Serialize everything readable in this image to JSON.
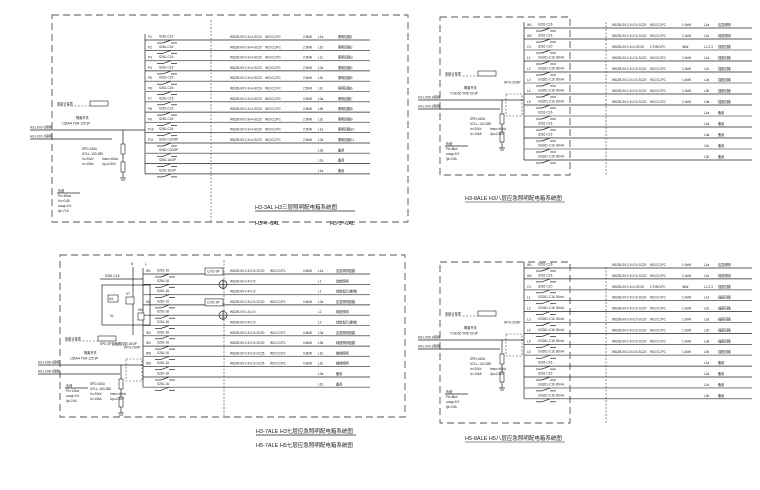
{
  "panels": [
    {
      "id": "H3-3AL",
      "incoming": [
        "H3-LX00-1照明",
        "H3-LX01-1照明"
      ],
      "meter": "电能计量表",
      "main_breaker": [
        "隔离开关",
        "125A/4 TM4 125 3P"
      ],
      "spd": "SPD-340A",
      "spd_spec": [
        "ICS-L-100-385",
        "In=20kV",
        "Imax=40kA",
        "Ic=10kA",
        "Up≤2.5kV"
      ],
      "load": [
        "负荷",
        "Pe=40kw",
        "Kx=0.85",
        "cosφ=0.9",
        "Ijs=71A"
      ],
      "title": "H3-3AL  H3三层照明配电箱系统图",
      "subtitle": [
        "H3-4~6AL",
        "H5-3~6AL"
      ],
      "circuits": [
        {
          "no": "P1",
          "breaker": "S261-C16",
          "cable": "WDZB-BYJ-3×4-SC20",
          "lay": "WC/CC/FC",
          "power": "2.5kW",
          "phase": "L1a",
          "use": "照明回路1"
        },
        {
          "no": "P2",
          "breaker": "S261-C16",
          "cable": "WDZB-BYJ-3×4-SC20",
          "lay": "WC/CC/FC",
          "power": "2.5kW",
          "phase": "L1b",
          "use": "照明回路2"
        },
        {
          "no": "P3",
          "breaker": "S261-C16",
          "cable": "WDZB-BYJ-3×4-SC20",
          "lay": "WC/CC/FC",
          "power": "2.5kW",
          "phase": "L1c",
          "use": "照明回路3"
        },
        {
          "no": "P4",
          "breaker": "S261-C16",
          "cable": "WDZB-BYJ-3×4-SC20",
          "lay": "WC/CC/FC",
          "power": "2.5kW",
          "phase": "L2a",
          "use": "照明回路4"
        },
        {
          "no": "P5",
          "breaker": "S261-C16",
          "cable": "WDZB-BYJ-3×4-SC20",
          "lay": "WC/CC/FC",
          "power": "2.5kW",
          "phase": "L2b",
          "use": "照明回路5"
        },
        {
          "no": "P6",
          "breaker": "S261-C16",
          "cable": "WDZB-BYJ-3×4-SC20",
          "lay": "WC/CC/FC",
          "power": "2.5kW",
          "phase": "L2c",
          "use": "照明回路6"
        },
        {
          "no": "P7",
          "breaker": "S261-C16",
          "cable": "WDZB-BYJ-3×4-SC20",
          "lay": "WC/CC/FC",
          "power": "2.5kW",
          "phase": "L3a",
          "use": "照明回路7"
        },
        {
          "no": "P8",
          "breaker": "S261-C16",
          "cable": "WDZB-BYJ-3×4-SC20",
          "lay": "WC/CC/FC",
          "power": "2.5kW",
          "phase": "L3b",
          "use": "照明回路8"
        },
        {
          "no": "P9",
          "breaker": "S261-C16",
          "cable": "WDZB-BYJ-3×4-SC20",
          "lay": "WC/CC/FC",
          "power": "2.5kW",
          "phase": "L3c",
          "use": "照明回路9"
        },
        {
          "no": "P10",
          "breaker": "S261-C16",
          "cable": "WDZB-BYJ-3×4-SC20",
          "lay": "WC/CC/FC",
          "power": "2.5kW",
          "phase": "L1a",
          "use": "照明回路10"
        },
        {
          "no": "P11",
          "breaker": "S261-C20/3P",
          "cable": "WDZB-BYJ-3×4-SC20",
          "lay": "WC/CC/FC",
          "power": "2.5kW",
          "phase": "L2a",
          "use": "照明回路11"
        },
        {
          "no": "",
          "breaker": "S261-C20/3P",
          "cable": "",
          "lay": "",
          "power": "",
          "phase": "L3a",
          "use": "备用"
        },
        {
          "no": "",
          "breaker": "S261-16/3P",
          "cable": "",
          "lay": "",
          "power": "",
          "phase": "L1a",
          "use": "备用"
        },
        {
          "no": "",
          "breaker": "S261-16/3P",
          "cable": "",
          "lay": "",
          "power": "",
          "phase": "L1a",
          "use": "备用"
        }
      ]
    },
    {
      "id": "H3-8ALE",
      "incoming": [
        "H3-LX05-1照明",
        "H3-LX03-1照明"
      ],
      "meter": "电能计量表",
      "main_breaker": [
        "隔离开关",
        "T1N160 TMD 63 3P"
      ],
      "ats": "WTS-20/3P",
      "spd": "SPD-340A",
      "spd_spec": [
        "ICS-L-100-385",
        "In=20kV",
        "Imax=40kA",
        "Ic=10kA",
        "Up≤2.5kV"
      ],
      "load": [
        "负荷",
        "Pe=8kw",
        "cosφ=0.9",
        "Ijs=15A"
      ],
      "title": "H3-8ALE  H3八层应急照明配电箱系统图",
      "circuits": [
        {
          "no": "W1",
          "breaker": "S261-C16",
          "cable": "WDZB-BYJ-3×2.5-SC20",
          "lay": "WC/CC/FC",
          "power": "1.0kW",
          "phase": "L1a",
          "use": "应急照明"
        },
        {
          "no": "W2",
          "breaker": "S261-C16",
          "cable": "WDZB-BYJ-3×2.5-SC20",
          "lay": "WC/CC/FC",
          "power": "1.0kW",
          "phase": "L1b",
          "use": "疏散照明"
        },
        {
          "no": "C1",
          "breaker": "S261-C20",
          "cable": "WDZB-BYJ-4×4-SC25",
          "lay": "CT/WC/FC",
          "power": "3kW",
          "phase": "L1,2,3",
          "use": "插座回路"
        },
        {
          "no": "L1",
          "breaker": "GS261-C16 30mA",
          "cable": "WDZB-BYJ-3×2.5-SC20",
          "lay": "WC/CC/FC",
          "power": "1.0kW",
          "phase": "L1a",
          "use": "插座回路"
        },
        {
          "no": "L2",
          "breaker": "GS261-C16 30mA",
          "cable": "WDZB-BYJ-3×2.5-SC20",
          "lay": "WC/CC/FC",
          "power": "1.0kW",
          "phase": "L1b",
          "use": "插座回路"
        },
        {
          "no": "L3",
          "breaker": "GS261-C16 30mA",
          "cable": "WDZB-BYJ-3×2.5-SC20",
          "lay": "WC/CC/FC",
          "power": "1.0kW",
          "phase": "L2a",
          "use": "插座回路"
        },
        {
          "no": "L4",
          "breaker": "GS261-C16 30mA",
          "cable": "WDZB-BYJ-3×2.5-SC20",
          "lay": "WC/CC/FC",
          "power": "1.0kW",
          "phase": "L2b",
          "use": "插座回路"
        },
        {
          "no": "L5",
          "breaker": "GS261-C16 30mA",
          "cable": "WDZB-BYJ-3×2.5-SC20",
          "lay": "WC/CC/FC",
          "power": "1.0kW",
          "phase": "L3a",
          "use": "插座回路"
        },
        {
          "no": "",
          "breaker": "S261-C16",
          "cable": "",
          "lay": "",
          "power": "",
          "phase": "L1a",
          "use": "备用"
        },
        {
          "no": "",
          "breaker": "S261-C16",
          "cable": "",
          "lay": "",
          "power": "",
          "phase": "L2a",
          "use": "备用"
        },
        {
          "no": "",
          "breaker": "S261-C16",
          "cable": "",
          "lay": "",
          "power": "",
          "phase": "L3a",
          "use": "备用"
        },
        {
          "no": "",
          "breaker": "GS261-C16 30mA",
          "cable": "",
          "lay": "",
          "power": "",
          "phase": "L1b",
          "use": "备用"
        },
        {
          "no": "",
          "breaker": "GS261-C16 30mA",
          "cable": "",
          "lay": "",
          "power": "",
          "phase": "L2b",
          "use": "备用"
        }
      ]
    },
    {
      "id": "H3-7ALE",
      "incoming": [
        "H3-LX06-1照明",
        "H3-LX08-1照明"
      ],
      "meter": "电能计量表",
      "main_breaker": [
        "隔离开关",
        "125A/4 TM4 125 3P"
      ],
      "ats": "WTS-20/3P",
      "spd": "SPD-340A",
      "spd_spec": [
        "ICS-L-100-385",
        "In=20kV",
        "Imax=40kA",
        "Ic=10kA",
        "Up≤2.5kV"
      ],
      "control": {
        "top_label": "S261-C16",
        "kl": "KL",
        "km": "KM",
        "kt": "KT",
        "relay": "KA",
        "note": "SPD-3P接触器控制-16/3P",
        "bus_n": "N",
        "bus_l": "L"
      },
      "load": [
        "负荷",
        "Pe=12kw",
        "cosφ=0.9",
        "Ijs=24A"
      ],
      "title": "H3-7ALE  H3七层应急照明配电箱系统图",
      "subtitle": "H5-7ALE  H5七层应急照明配电箱系统图",
      "circuits": [
        {
          "no": "W1",
          "breaker": "S261-16",
          "contactor": "CJX2-9P",
          "cable": "WDZB-BYJ-3×2.5-SC20",
          "lay": "WC/CC/FC",
          "power": "0.8kW",
          "phase": "L1a",
          "use": "应急照明回路"
        },
        {
          "no": "",
          "breaker": "S261-16",
          "cable": "WDZB-BYJ-4×2.5",
          "lay": "",
          "power": "",
          "phase": "L1",
          "use": "疏散照明"
        },
        {
          "no": "",
          "breaker": "S261-16",
          "cable": "WDZB-BYJ-4×2.5",
          "lay": "",
          "power": "",
          "phase": "L1",
          "use": "疏散指示(楼梯)"
        },
        {
          "no": "W2",
          "breaker": "S261-16",
          "contactor": "CJX2-9P",
          "cable": "WDZB-BYJ-3×2.5-SC20",
          "lay": "WC/CC/FC",
          "power": "0.8kW",
          "phase": "L2a",
          "use": "应急照明回路"
        },
        {
          "no": "",
          "breaker": "S261-16",
          "cable": "WDZB-BYJ-4×2.5",
          "lay": "",
          "power": "",
          "phase": "L2",
          "use": "疏散照明"
        },
        {
          "no": "",
          "breaker": "S261-16",
          "cable": "WDZB-BYJ-4×2.5",
          "lay": "",
          "power": "",
          "phase": "L2",
          "use": "疏散指示(楼梯)"
        },
        {
          "no": "W3",
          "breaker": "S261-16",
          "cable": "WDZB-BYJ-3×2.5-SC20",
          "lay": "WC/CC/FC",
          "power": "0.8kW",
          "phase": "L3a",
          "use": "应急照明回路"
        },
        {
          "no": "W4",
          "breaker": "S261-16",
          "cable": "WDZB-BYJ-3×2.5-SC20",
          "lay": "WC/CC/FC",
          "power": "0.8kW",
          "phase": "L3b",
          "use": "疏散照明回路"
        },
        {
          "no": "W5",
          "breaker": "S261-16",
          "cable": "WDZB-BYJ-3×2.5-SC25",
          "lay": "WC/CC/FC",
          "power": "0.8kW",
          "phase": "L1b",
          "use": "楼梯照明"
        },
        {
          "no": "W6",
          "breaker": "S261-16",
          "cable": "WDZB-BYJ-3×2.5-SC25",
          "lay": "WC/CC/FC",
          "power": "0.8kW",
          "phase": "L2b",
          "use": "楼梯照明"
        },
        {
          "no": "",
          "breaker": "S261-16",
          "cable": "",
          "lay": "",
          "power": "",
          "phase": "L3a",
          "use": "备用"
        },
        {
          "no": "",
          "breaker": "S261-16",
          "cable": "",
          "lay": "",
          "power": "",
          "phase": "L1b",
          "use": "备用"
        }
      ]
    },
    {
      "id": "H5-8ALE",
      "incoming": [
        "H5-LX05-1照明",
        "H5-LX03-1照明"
      ],
      "meter": "电能计量表",
      "main_breaker": [
        "隔离开关",
        "T1N160 TMD 63 3P"
      ],
      "ats": "WTS-20/3P",
      "spd": "SPD-340A",
      "spd_spec": [
        "ICS-L-100-385",
        "In=20kV",
        "Imax=40kA",
        "Ic=10kA",
        "Up≤2.5kV"
      ],
      "load": [
        "负荷",
        "Pe=8kw",
        "cosφ=0.9",
        "Ijs=15A"
      ],
      "title": "H5-8ALE  H5八层应急照明配电箱系统图",
      "circuits": [
        {
          "no": "W1",
          "breaker": "S261-C16",
          "cable": "WDZB-BYJ-3×2.5-SC20",
          "lay": "WC/CC/FC",
          "power": "1.0kW",
          "phase": "L1a",
          "use": "应急照明"
        },
        {
          "no": "W2",
          "breaker": "S261-C16",
          "cable": "WDZB-BYJ-3×2.5-SC20",
          "lay": "WC/CC/FC",
          "power": "1.0kW",
          "phase": "L1b",
          "use": "疏散照明"
        },
        {
          "no": "C1",
          "breaker": "S261-C20",
          "cable": "WDZB-BYJ-4×4-SC25",
          "lay": "CT/WC/FC",
          "power": "3kW",
          "phase": "L1,2,3",
          "use": "插座回路"
        },
        {
          "no": "L1",
          "breaker": "GS261-C16 30mA",
          "cable": "WDZB-BYJ-3×2.5-SC20",
          "lay": "WC/CC/FC",
          "power": "1.0kW",
          "phase": "L1a",
          "use": "插座回路"
        },
        {
          "no": "L2",
          "breaker": "GS261-C16 30mA",
          "cable": "WDZB-BYJ-3×2.5-SC20",
          "lay": "WC/CC/FC",
          "power": "1.0kW",
          "phase": "L1b",
          "use": "插座回路"
        },
        {
          "no": "L3",
          "breaker": "GS261-C16 30mA",
          "cable": "WDZB-BYJ-3×2.5-SC20",
          "lay": "WC/CC/FC",
          "power": "1.0kW",
          "phase": "L2a",
          "use": "插座回路"
        },
        {
          "no": "L4",
          "breaker": "GS261-C16 30mA",
          "cable": "WDZB-BYJ-3×2.5-SC20",
          "lay": "WC/CC/FC",
          "power": "1.0kW",
          "phase": "L2b",
          "use": "插座回路"
        },
        {
          "no": "L5",
          "breaker": "GS261-C16 30mA",
          "cable": "WDZB-BYJ-3×2.5-SC20",
          "lay": "WC/CC/FC",
          "power": "1.0kW",
          "phase": "L3a",
          "use": "插座回路"
        },
        {
          "no": "L6",
          "breaker": "GS261-C16 30mA",
          "cable": "WDZB-BYJ-3×2.5-SC20",
          "lay": "WC/CC/FC",
          "power": "1.0kW",
          "phase": "L3b",
          "use": "插座回路"
        },
        {
          "no": "",
          "breaker": "S261-C16",
          "cable": "",
          "lay": "",
          "power": "",
          "phase": "L1a",
          "use": "备用"
        },
        {
          "no": "",
          "breaker": "S261-C16",
          "cable": "",
          "lay": "",
          "power": "",
          "phase": "L2a",
          "use": "备用"
        },
        {
          "no": "",
          "breaker": "GS261-C16 30mA",
          "cable": "",
          "lay": "",
          "power": "",
          "phase": "L1b",
          "use": "备用"
        },
        {
          "no": "",
          "breaker": "GS261-C16 30mA",
          "cable": "",
          "lay": "",
          "power": "",
          "phase": "L2b",
          "use": "备用"
        }
      ]
    }
  ]
}
